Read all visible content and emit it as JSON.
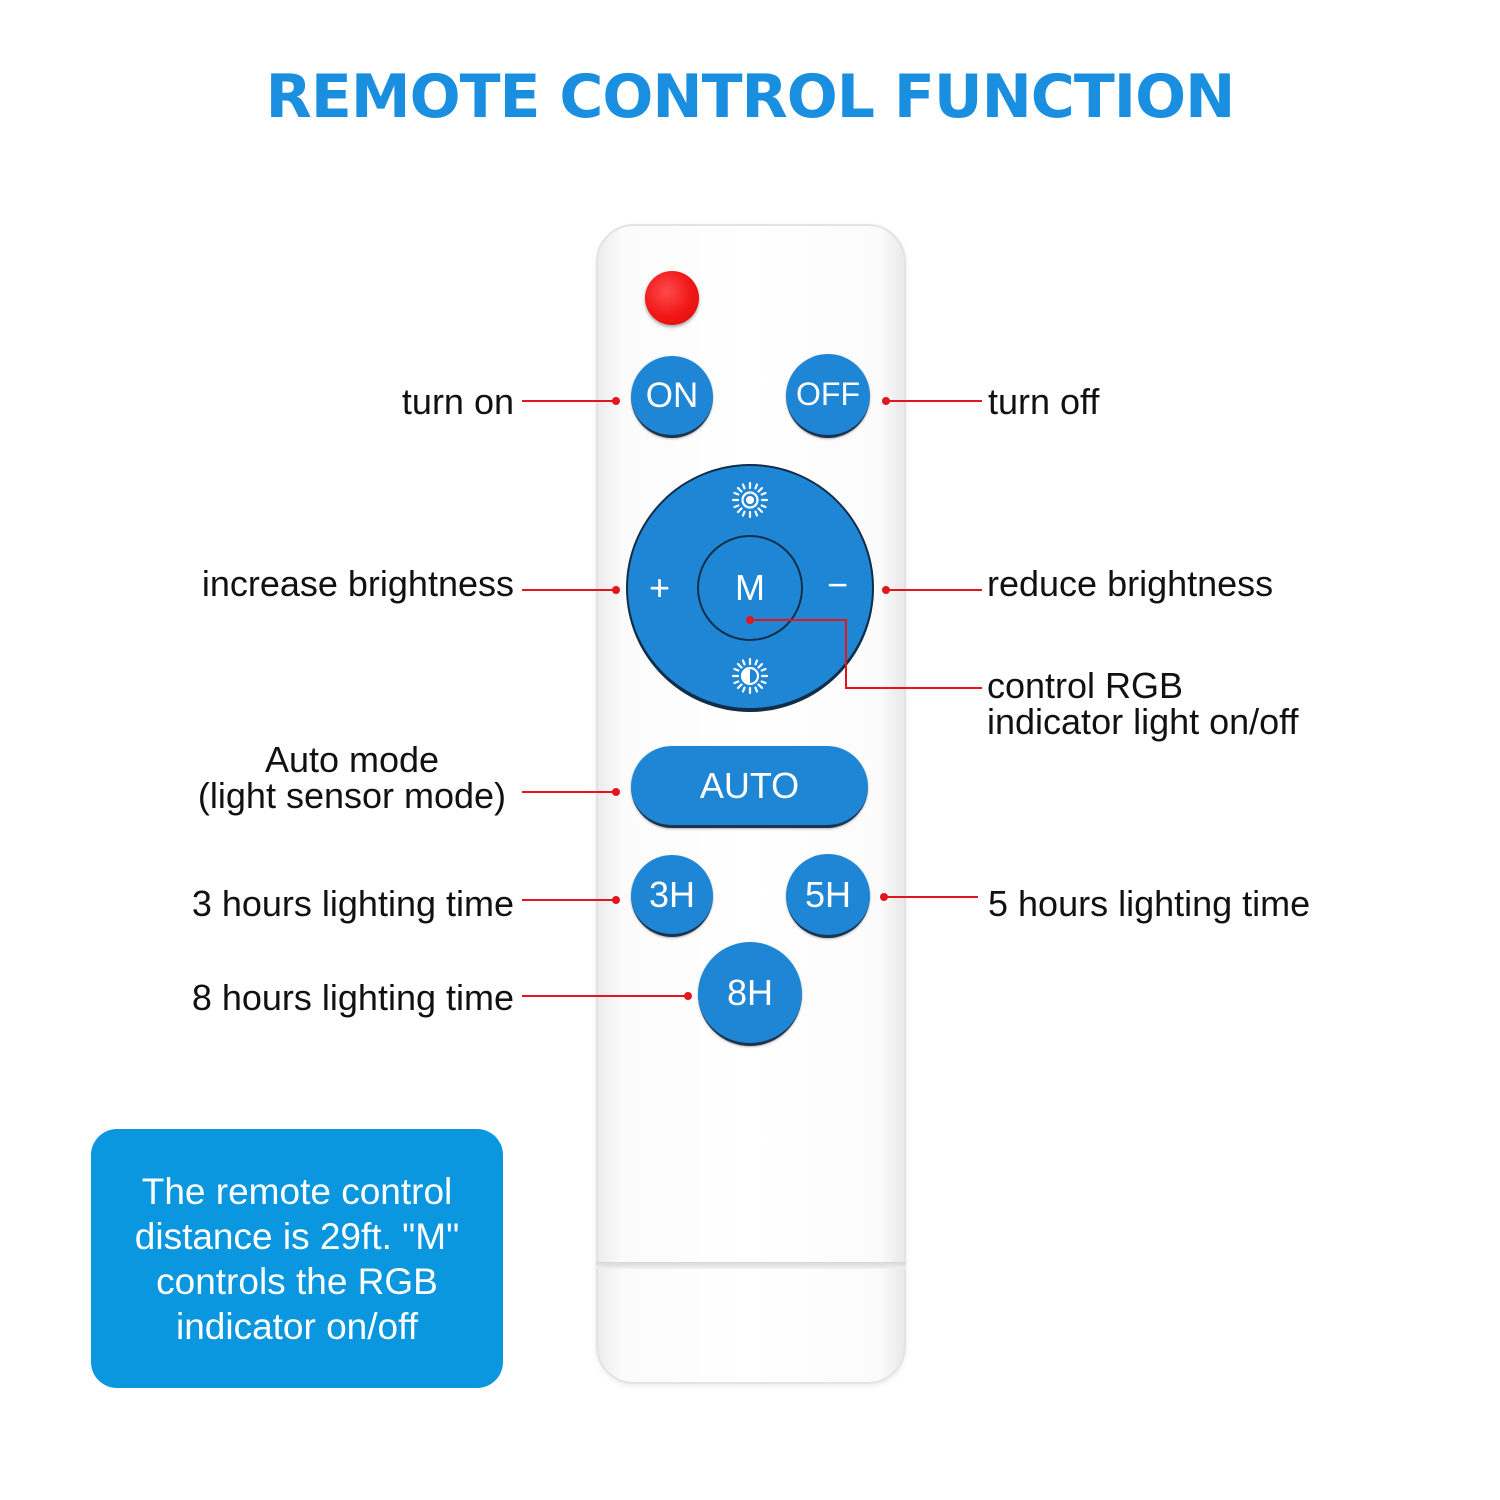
{
  "title": "REMOTE CONTROL FUNCTION",
  "buttons": {
    "on": "ON",
    "off": "OFF",
    "plus": "+",
    "minus": "−",
    "m": "M",
    "auto": "AUTO",
    "h3": "3H",
    "h5": "5H",
    "h8": "8H"
  },
  "labels": {
    "turn_on": "turn on",
    "turn_off": "turn off",
    "increase_brightness": "increase brightness",
    "reduce_brightness": "reduce brightness",
    "control_rgb_line1": "control RGB",
    "control_rgb_line2": "indicator light on/off",
    "auto_line1": "Auto mode",
    "auto_line2": "(light sensor mode)",
    "three_hours": "3 hours lighting time",
    "five_hours": "5 hours lighting time",
    "eight_hours": "8 hours lighting time"
  },
  "info": {
    "line1": "The remote control",
    "line2": "distance is 29ft. \"M\"",
    "line3": "controls the RGB",
    "line4": "indicator on/off"
  },
  "colors": {
    "accent": "#1a8fe0",
    "button": "#1f86d6",
    "led": "#f01616",
    "callout_line": "#e3161e",
    "info_box": "#0a97e0"
  },
  "icons": {
    "led": "red-indicator-led",
    "brightness_up": "sun-icon",
    "brightness_down": "half-sun-icon"
  }
}
